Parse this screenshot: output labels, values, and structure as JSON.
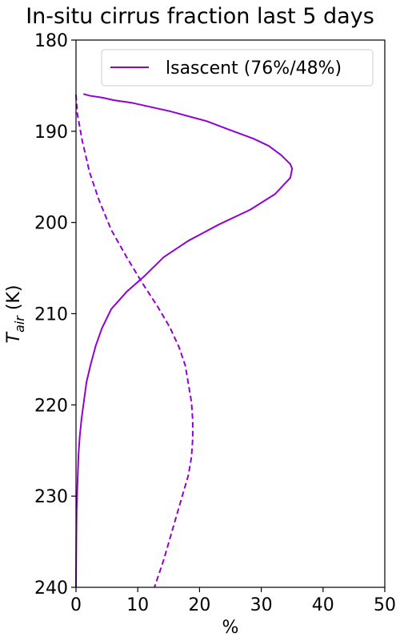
{
  "chart_data": {
    "type": "line",
    "title": "In-situ cirrus fraction last 5 days",
    "xlabel": "%",
    "ylabel_main": "T",
    "ylabel_sub": "air",
    "ylabel_unit": " (K)",
    "xlim": [
      0,
      50
    ],
    "ylim": [
      180,
      240
    ],
    "y_inverted": true,
    "xticks": [
      "0",
      "10",
      "20",
      "30",
      "40",
      "50"
    ],
    "yticks": [
      "180",
      "190",
      "200",
      "210",
      "220",
      "230",
      "240"
    ],
    "grid": false,
    "legend_position": "top-right",
    "line_color": "#9400D3",
    "series": [
      {
        "name": "lsascent (76%/48%)",
        "style": "solid",
        "color": "#9400D3",
        "x": [
          1.2,
          2.2,
          4.2,
          6.2,
          9.2,
          15.2,
          21.2,
          24.7,
          28.7,
          31.2,
          33.2,
          34.7,
          35.0,
          34.7,
          32.2,
          28.2,
          23.2,
          18.2,
          14.2,
          11.2,
          8.2,
          5.7,
          4.2,
          3.2,
          2.4,
          1.7,
          1.3,
          0.9,
          0.6,
          0.4,
          0.3,
          0.2,
          0.1,
          0.05,
          0.0
        ],
        "y": [
          185.9,
          186.1,
          186.3,
          186.6,
          186.9,
          187.8,
          188.9,
          189.8,
          190.8,
          191.6,
          192.6,
          193.6,
          194.1,
          195.1,
          196.9,
          198.6,
          200.2,
          202.0,
          203.8,
          205.8,
          207.6,
          209.5,
          211.6,
          213.5,
          215.5,
          217.5,
          219.5,
          221.5,
          223.5,
          225.5,
          227.5,
          229.5,
          231.5,
          234.5,
          240.0
        ]
      },
      {
        "name": "",
        "style": "dashed",
        "color": "#9400D3",
        "x": [
          0.0,
          0.2,
          1.0,
          2.2,
          3.7,
          5.7,
          8.2,
          10.7,
          13.2,
          15.2,
          16.7,
          17.7,
          18.2,
          18.7,
          18.9,
          18.9,
          18.7,
          18.2,
          17.2,
          15.7,
          14.2,
          12.7
        ],
        "y": [
          186.0,
          188.0,
          191.0,
          194.5,
          197.5,
          200.8,
          203.8,
          206.6,
          209.2,
          211.5,
          213.7,
          215.7,
          217.7,
          219.7,
          221.7,
          223.7,
          225.7,
          227.7,
          230.0,
          233.5,
          237.0,
          240.0
        ]
      }
    ]
  }
}
